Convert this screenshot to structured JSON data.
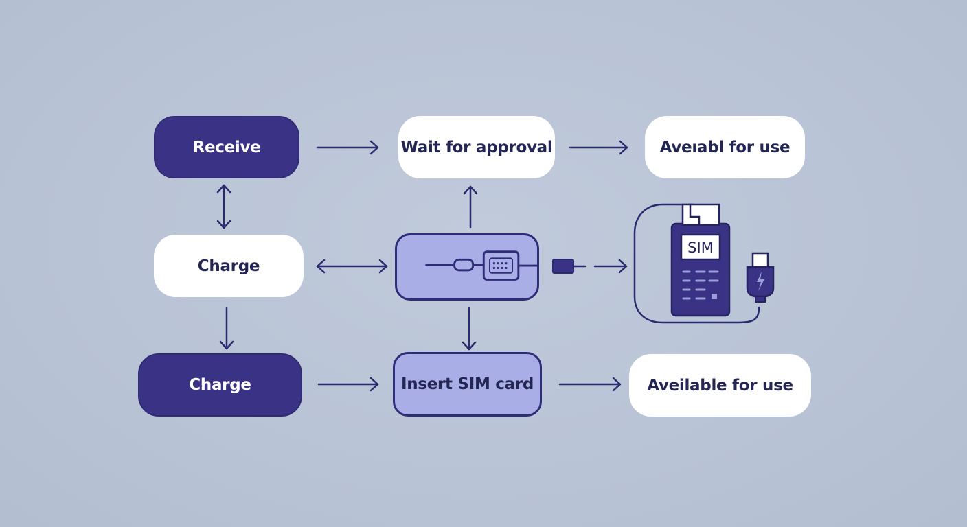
{
  "colors": {
    "background": "#b9c4d6",
    "dark_node": "#3a3385",
    "light_node": "#ffffff",
    "lavender_node": "#a9aee6",
    "stroke": "#2f2c7a",
    "text_dark": "#232553"
  },
  "nodes": {
    "receive": "Receive",
    "wait": "Wait for approval",
    "available_top": "Aveıabl for use",
    "charge_middle": "Charge",
    "charge_bottom": "Charge",
    "insert_sim": "Insert SIM card",
    "available_bottom": "Aveilable for use"
  },
  "device": {
    "sim_label": "SIM"
  },
  "icons": {
    "card_reader": "card-reader-icon",
    "sim_terminal": "sim-terminal-icon",
    "usb_plug": "usb-charger-icon",
    "lightning": "lightning-icon"
  }
}
